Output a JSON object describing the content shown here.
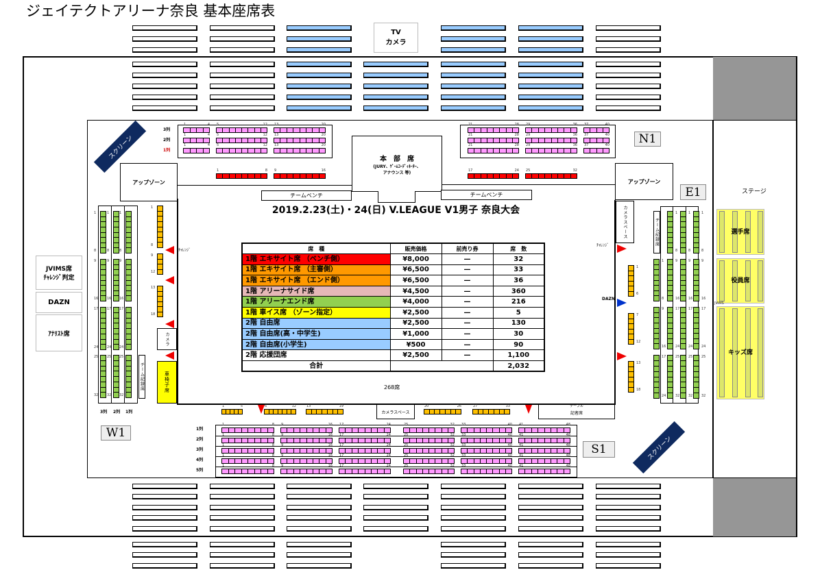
{
  "title": "ジェイテクトアリーナ奈良 基本座席表",
  "tv_camera": [
    "TV",
    "カメラ"
  ],
  "event_title": "2019.2.23(土)・24(日) V.LEAGUE V1男子 奈良大会",
  "screen_label": "スクリーン",
  "zones": {
    "up_zone": "アップゾーン",
    "hq_title": "本　部　席",
    "hq_sub1": "(JURY、ｹﾞｰﾑｺｰﾃﾞｨﾈｰﾀｰ、",
    "hq_sub2": "アナウンス 等)",
    "team_bench": "チームベンチ",
    "camera_space": "カメラスペース",
    "camera": "カメラ",
    "wheelchair": "車椅子席",
    "team_record": "チーム記録席",
    "challenge": "ﾁｬﾚﾝｼﾞ",
    "dazn": "DAZN",
    "table_label": "テーブル",
    "press": "記者席",
    "stage": "ステージ",
    "players": "選手席",
    "officials": "役員席",
    "kids": "キッズ席",
    "jvims_small": "JVIMS",
    "seats_268": "268席"
  },
  "blocks": {
    "n1": "N1",
    "e1": "E1",
    "w1": "W1",
    "s1": "S1"
  },
  "left_panel": {
    "jvims": "JVIMS席",
    "challenge_judge": "ﾁｬﾚﾝｼﾞ判定",
    "dazn": "DAZN",
    "analyst": "ｱﾅﾘｽﾄ席"
  },
  "row_labels": {
    "north": [
      "3列",
      "2列",
      "1列"
    ],
    "west": [
      "3列",
      "2列",
      "1列"
    ],
    "south": [
      "1列",
      "2列",
      "3列",
      "4列",
      "5列"
    ]
  },
  "seat_numbers": {
    "north_left": [
      [
        "1",
        "4"
      ],
      [
        "5",
        "12"
      ],
      [
        "13",
        "20"
      ]
    ],
    "north_right": [
      [
        "21",
        "28"
      ],
      [
        "29",
        "36"
      ],
      [
        "37",
        "40"
      ]
    ],
    "bench_left": [
      [
        "1",
        "8"
      ],
      [
        "9",
        "16"
      ]
    ],
    "bench_right": [
      [
        "17",
        "24"
      ],
      [
        "25",
        "32"
      ]
    ],
    "west_cols": [
      [
        "1",
        "8"
      ],
      [
        "9",
        "16"
      ],
      [
        "17",
        "24"
      ],
      [
        "25",
        "32"
      ]
    ],
    "west_orange": [
      [
        "1",
        "8"
      ],
      [
        "9",
        "12"
      ],
      [
        "13",
        "18"
      ]
    ],
    "east_cols": [
      [
        "1",
        "8"
      ],
      [
        "9",
        "16"
      ],
      [
        "17",
        "24"
      ],
      [
        "25",
        "32"
      ]
    ],
    "east_inner": [
      [
        "1",
        "8"
      ],
      [
        "9",
        "16"
      ],
      [
        "17",
        "24"
      ]
    ],
    "east_orange": [
      [
        "1",
        "6"
      ],
      [
        "7",
        "12"
      ],
      [
        "13",
        "18"
      ]
    ],
    "south_orange": [
      [
        "1",
        "5"
      ],
      [
        "6",
        "12"
      ],
      [
        "13",
        "19"
      ],
      [
        "20",
        "26"
      ],
      [
        "27",
        "33"
      ]
    ],
    "south": [
      [
        "1",
        "8"
      ],
      [
        "9",
        "16"
      ],
      [
        "17",
        "24"
      ],
      [
        "25",
        "32"
      ],
      [
        "33",
        "40"
      ],
      [
        "41",
        "48"
      ]
    ]
  },
  "price_table": {
    "headers": [
      "席　種",
      "販売価格",
      "前売り券",
      "席　数"
    ],
    "rows": [
      {
        "type": "1階 エキサイト席 （ベンチ側）",
        "price": "¥8,000",
        "advance": "—",
        "seats": "32",
        "color": "#ff0000"
      },
      {
        "type": "1階 エキサイト席 （主審側）",
        "price": "¥6,500",
        "advance": "—",
        "seats": "33",
        "color": "#ff9900"
      },
      {
        "type": "1階 エキサイト席 （エンド側）",
        "price": "¥6,500",
        "advance": "—",
        "seats": "36",
        "color": "#ff9900"
      },
      {
        "type": "1階 アリーナサイド席",
        "price": "¥4,500",
        "advance": "—",
        "seats": "360",
        "color": "#e6b8b7"
      },
      {
        "type": "1階 アリーナエンド席",
        "price": "¥4,000",
        "advance": "—",
        "seats": "216",
        "color": "#92d050"
      },
      {
        "type": "1階 車イス席 （ゾーン指定）",
        "price": "¥2,500",
        "advance": "—",
        "seats": "5",
        "color": "#ffff00"
      },
      {
        "type": "2階 自由席",
        "price": "¥2,500",
        "advance": "—",
        "seats": "130",
        "color": "#99ccff"
      },
      {
        "type": "2階 自由席(高・中学生)",
        "price": "¥1,000",
        "advance": "—",
        "seats": "30",
        "color": "#99ccff"
      },
      {
        "type": "2階 自由席(小学生)",
        "price": "¥500",
        "advance": "—",
        "seats": "90",
        "color": "#99ccff"
      },
      {
        "type": "2階 応援団席",
        "price": "¥2,500",
        "advance": "—",
        "seats": "1,100",
        "color": "#ffffff"
      }
    ],
    "total_label": "合計",
    "total": "2,032"
  },
  "colors": {
    "pink": "#ff99ff",
    "red": "#ff0000",
    "orange": "#ffc000",
    "green": "#92d050",
    "yellow": "#ffff00",
    "blue": "#99ccff",
    "stage_yellow": "#ffff66",
    "gray": "#969696",
    "navy": "#0f2a5f"
  }
}
